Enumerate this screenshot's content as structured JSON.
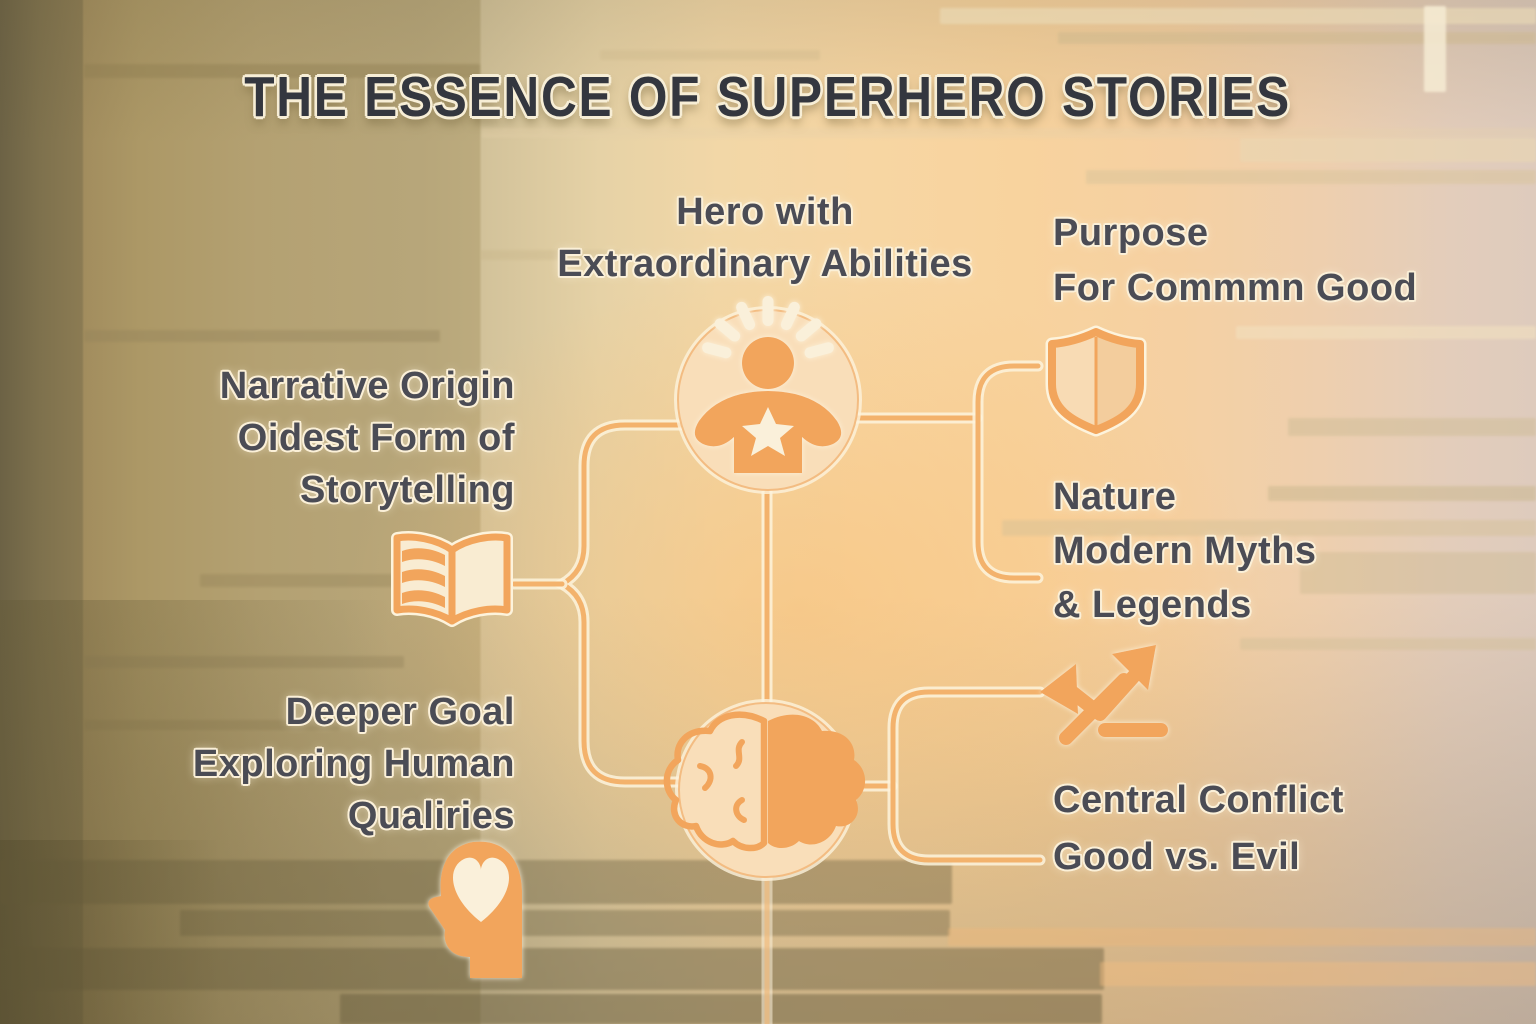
{
  "title": "THE ESSENCE OF SUPERHERO STORIES",
  "center_nodes": {
    "hero": {
      "line1": "Hero with",
      "line2": "Extraordinary Abilities",
      "icon": "hero-person-star-icon"
    },
    "mind": {
      "icon": "brain-icon"
    }
  },
  "branches": {
    "narrative_origin": {
      "heading": "Narrative Origin",
      "line1": "Oidest Form of",
      "line2": "Storytelling",
      "icon": "open-book-icon"
    },
    "purpose": {
      "heading": "Purpose",
      "line1": "For Commmn Good",
      "icon": "shield-icon"
    },
    "nature": {
      "heading": "Nature",
      "line1": "Modern Myths",
      "line2": "& Legends"
    },
    "deeper_goal": {
      "heading": "Deeper Goal",
      "line1": "Exploring Human",
      "line2": "Qualiries",
      "icon": "head-heart-icon"
    },
    "central_conflict": {
      "heading": "Central Conflict",
      "line1": "Good vs. Evil",
      "icon": "swap-arrows-icon"
    }
  },
  "colors": {
    "accent_orange": "#F2A55C",
    "line_orange": "#F3B26C",
    "node_circle_fill": "#F9DEB9",
    "icon_cream": "#FAF0DA",
    "line_glow": "#FDF3DC",
    "text": "#4B4C55",
    "title_text": "#34373F",
    "background_left": "#6C6245",
    "background_center": "#F7D5A2",
    "background_right": "#DECBBD"
  }
}
